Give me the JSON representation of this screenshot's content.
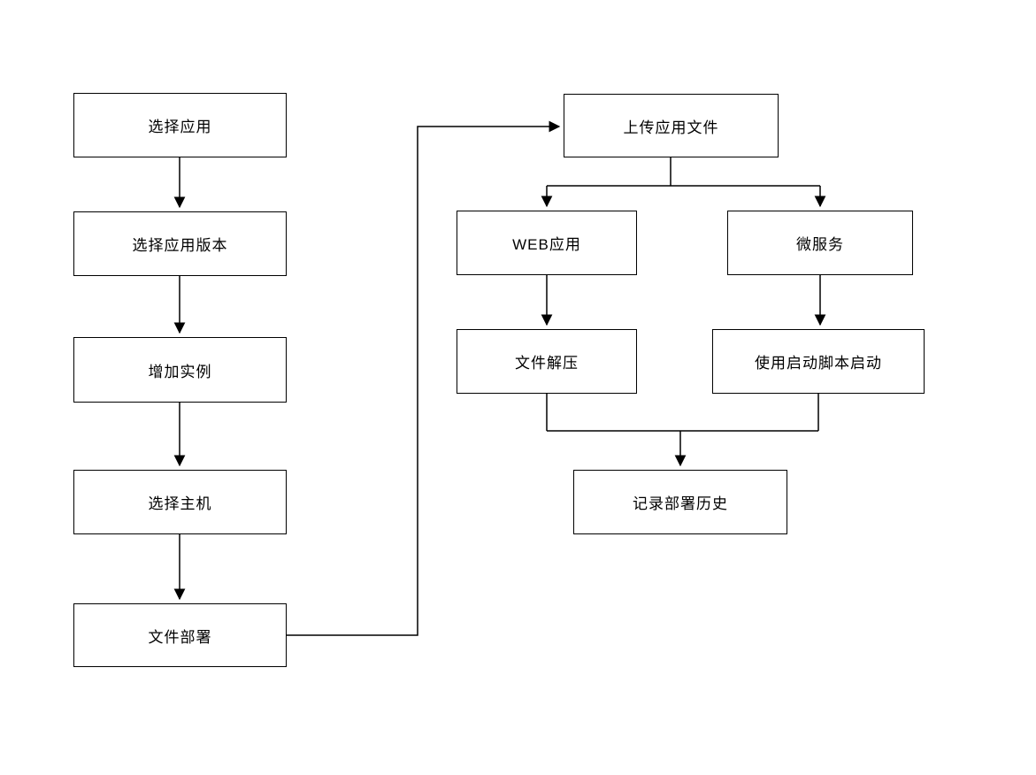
{
  "diagram": {
    "type": "flowchart",
    "colors": {
      "background": "#ffffff",
      "box_fill": "#ffffff",
      "box_border": "#000000",
      "text": "#000000",
      "line": "#000000"
    },
    "nodes": {
      "select_app": {
        "label": "选择应用"
      },
      "select_app_version": {
        "label": "选择应用版本"
      },
      "add_instance": {
        "label": "增加实例"
      },
      "select_host": {
        "label": "选择主机"
      },
      "file_deploy": {
        "label": "文件部署"
      },
      "upload_app_file": {
        "label": "上传应用文件"
      },
      "web_app": {
        "label": "WEB应用"
      },
      "microservice": {
        "label": "微服务"
      },
      "file_unzip": {
        "label": "文件解压"
      },
      "start_script": {
        "label": "使用启动脚本启动"
      },
      "record_history": {
        "label": "记录部署历史"
      }
    },
    "edges": [
      {
        "from": "select_app",
        "to": "select_app_version"
      },
      {
        "from": "select_app_version",
        "to": "add_instance"
      },
      {
        "from": "add_instance",
        "to": "select_host"
      },
      {
        "from": "select_host",
        "to": "file_deploy"
      },
      {
        "from": "file_deploy",
        "to": "upload_app_file"
      },
      {
        "from": "upload_app_file",
        "to": "web_app"
      },
      {
        "from": "upload_app_file",
        "to": "microservice"
      },
      {
        "from": "web_app",
        "to": "file_unzip"
      },
      {
        "from": "microservice",
        "to": "start_script"
      },
      {
        "from": "file_unzip",
        "to": "record_history"
      },
      {
        "from": "start_script",
        "to": "record_history"
      }
    ]
  }
}
